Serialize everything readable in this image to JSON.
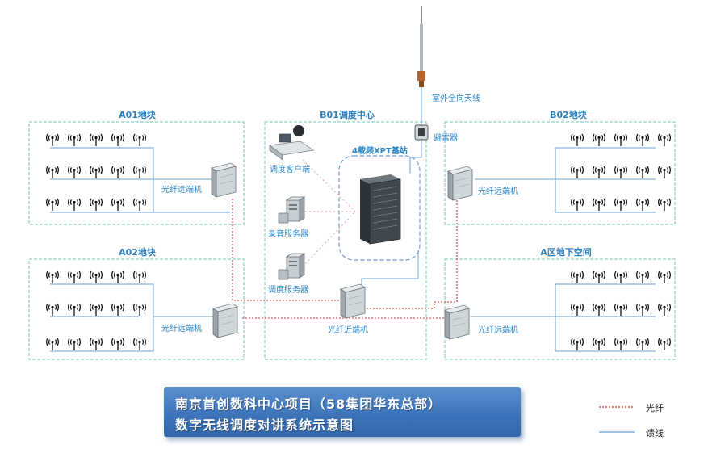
{
  "zones": {
    "a01": "A01地块",
    "a02": "A02地块",
    "b01": "B01调度中心",
    "b02": "B02地块",
    "a_underground": "A区地下空间"
  },
  "labels": {
    "remote_unit": "光纤远端机",
    "near_unit": "光纤近端机",
    "outdoor_antenna": "室外全向天线",
    "lightning_arrester": "避雷器",
    "base_station": "4载频XPT基站",
    "dispatch_client": "调度客户端",
    "recording_server": "录音服务器",
    "dispatch_server": "调度服务器"
  },
  "title": {
    "line1": "南京首创数科中心项目（58集团华东总部）",
    "line2": "数字无线调度对讲系统示意图"
  },
  "legend": {
    "fiber": "光纤",
    "feeder": "馈线"
  },
  "colors": {
    "fiber": "#e03030",
    "feeder": "#6aa0d8",
    "zone_border": "#8fd0c6",
    "label": "#2a86c8"
  }
}
